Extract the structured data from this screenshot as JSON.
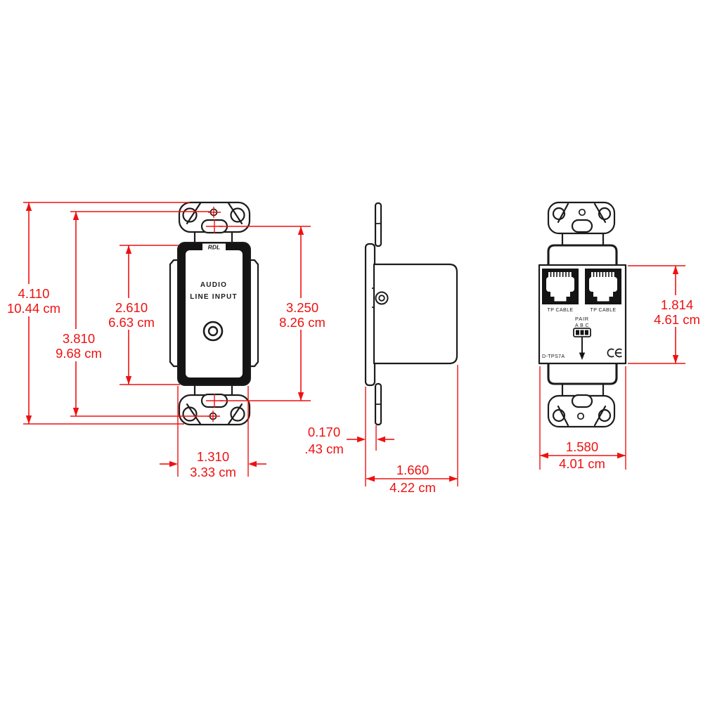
{
  "labels": {
    "front": {
      "brand": "RDL",
      "function_line1": "AUDIO",
      "function_line2": "LINE INPUT"
    },
    "rear": {
      "jack_left": "TP CABLE",
      "jack_right": "TP CABLE",
      "pair": "PAIR",
      "pair_positions": "A B C",
      "model": "D-TPS7A",
      "certification_mark": "CE"
    }
  },
  "dimensions": {
    "overall_height": {
      "in": "4.110",
      "cm": "10.44 cm"
    },
    "hole_spacing": {
      "in": "3.810",
      "cm": "9.68 cm"
    },
    "opening_height": {
      "in": "2.610",
      "cm": "6.63 cm"
    },
    "slot_spacing": {
      "in": "3.250",
      "cm": "8.26 cm"
    },
    "insert_width": {
      "in": "1.310",
      "cm": "3.33 cm"
    },
    "plate_thickness": {
      "in": "0.170",
      "cm": ".43 cm"
    },
    "mounting_depth": {
      "in": "1.660",
      "cm": "4.22 cm"
    },
    "rear_body_height": {
      "in": "1.814",
      "cm": "4.61 cm"
    },
    "rear_body_width": {
      "in": "1.580",
      "cm": "4.01 cm"
    }
  },
  "icons": {
    "rj45_jack": "rj45-jack-icon",
    "ce_mark": "ce-mark-icon",
    "audio_jack": "audio-jack-icon",
    "pair_jumper": "pair-jumper-icon"
  },
  "colors": {
    "dimension_red": "#ee1111",
    "line_black": "#1c1c1c",
    "background": "#ffffff"
  }
}
